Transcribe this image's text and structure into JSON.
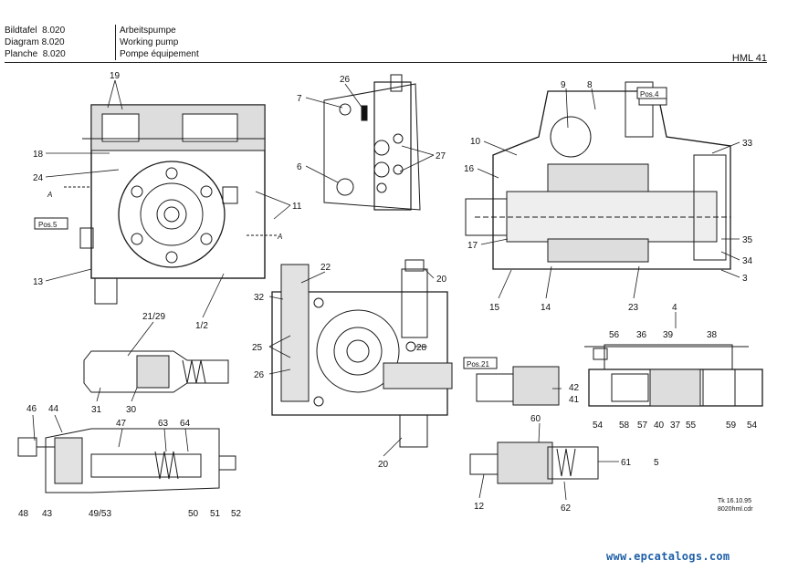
{
  "header": {
    "rows": [
      {
        "label": "Bildtafel",
        "number": "8.020",
        "title": "Arbeitspumpe"
      },
      {
        "label": "Diagram",
        "number": "8.020",
        "title": "Working pump"
      },
      {
        "label": "Planche",
        "number": "8.020",
        "title": "Pompe équipement"
      }
    ],
    "model": "HML 41"
  },
  "position_refs": [
    "Pos.5",
    "Pos.4",
    "Pos.21"
  ],
  "section_marks": [
    "A",
    "A"
  ],
  "callouts": {
    "c19": "19",
    "c18": "18",
    "c24": "24",
    "c13": "13",
    "c11": "11",
    "c1_2": "1/2",
    "c7": "7",
    "c26a": "26",
    "c6": "6",
    "c27": "27",
    "c9": "9",
    "c8": "8",
    "c10": "10",
    "c16": "16",
    "c17": "17",
    "c15": "15",
    "c14": "14",
    "c23": "23",
    "c33": "33",
    "c35": "35",
    "c34": "34",
    "c3": "3",
    "c22": "22",
    "c20a": "20",
    "c32": "32",
    "c25": "25",
    "c26b": "26",
    "c28": "28",
    "c20b": "20",
    "c21_29": "21/29",
    "c31": "31",
    "c30": "30",
    "c4": "4",
    "c56": "56",
    "c36": "36",
    "c39": "39",
    "c38": "38",
    "c54a": "54",
    "c58": "58",
    "c57": "57",
    "c40": "40",
    "c37": "37",
    "c55": "55",
    "c59": "59",
    "c54b": "54",
    "c42": "42",
    "c41": "41",
    "c46": "46",
    "c44": "44",
    "c47": "47",
    "c63": "63",
    "c64": "64",
    "c48": "48",
    "c43": "43",
    "c49_53": "49/53",
    "c50": "50",
    "c51": "51",
    "c52": "52",
    "c60": "60",
    "c61": "61",
    "c5": "5",
    "c12": "12",
    "c62": "62"
  },
  "footer": {
    "date": "Tk 16.10.95",
    "file": "8020hml.cdr"
  },
  "watermark": "www.epcatalogs.com"
}
